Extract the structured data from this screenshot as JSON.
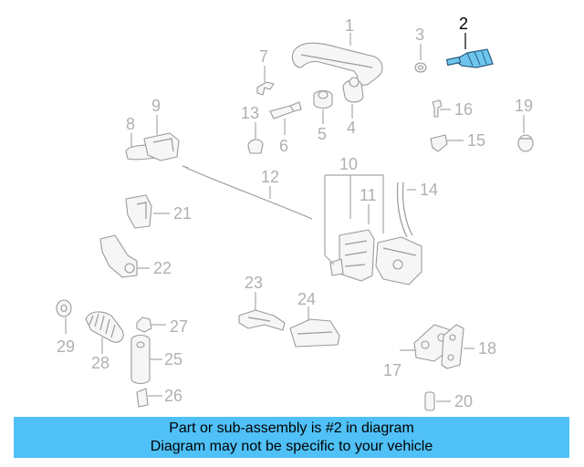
{
  "callouts": {
    "c1": "1",
    "c2": "2",
    "c3": "3",
    "c4": "4",
    "c5": "5",
    "c6": "6",
    "c7": "7",
    "c8": "8",
    "c9": "9",
    "c10": "10",
    "c11": "11",
    "c12": "12",
    "c13": "13",
    "c14": "14",
    "c15": "15",
    "c16": "16",
    "c17": "17",
    "c18": "18",
    "c19": "19",
    "c20": "20",
    "c21": "21",
    "c22": "22",
    "c23": "23",
    "c24": "24",
    "c25": "25",
    "c26": "26",
    "c27": "27",
    "c28": "28",
    "c29": "29"
  },
  "highlighted_part": "2",
  "colors": {
    "highlight": "#6ec6ee",
    "banner": "#4fc1f7"
  },
  "banner": {
    "line1": "Part or sub-assembly is #2 in diagram",
    "line2": "Diagram may not be specific to your vehicle"
  }
}
